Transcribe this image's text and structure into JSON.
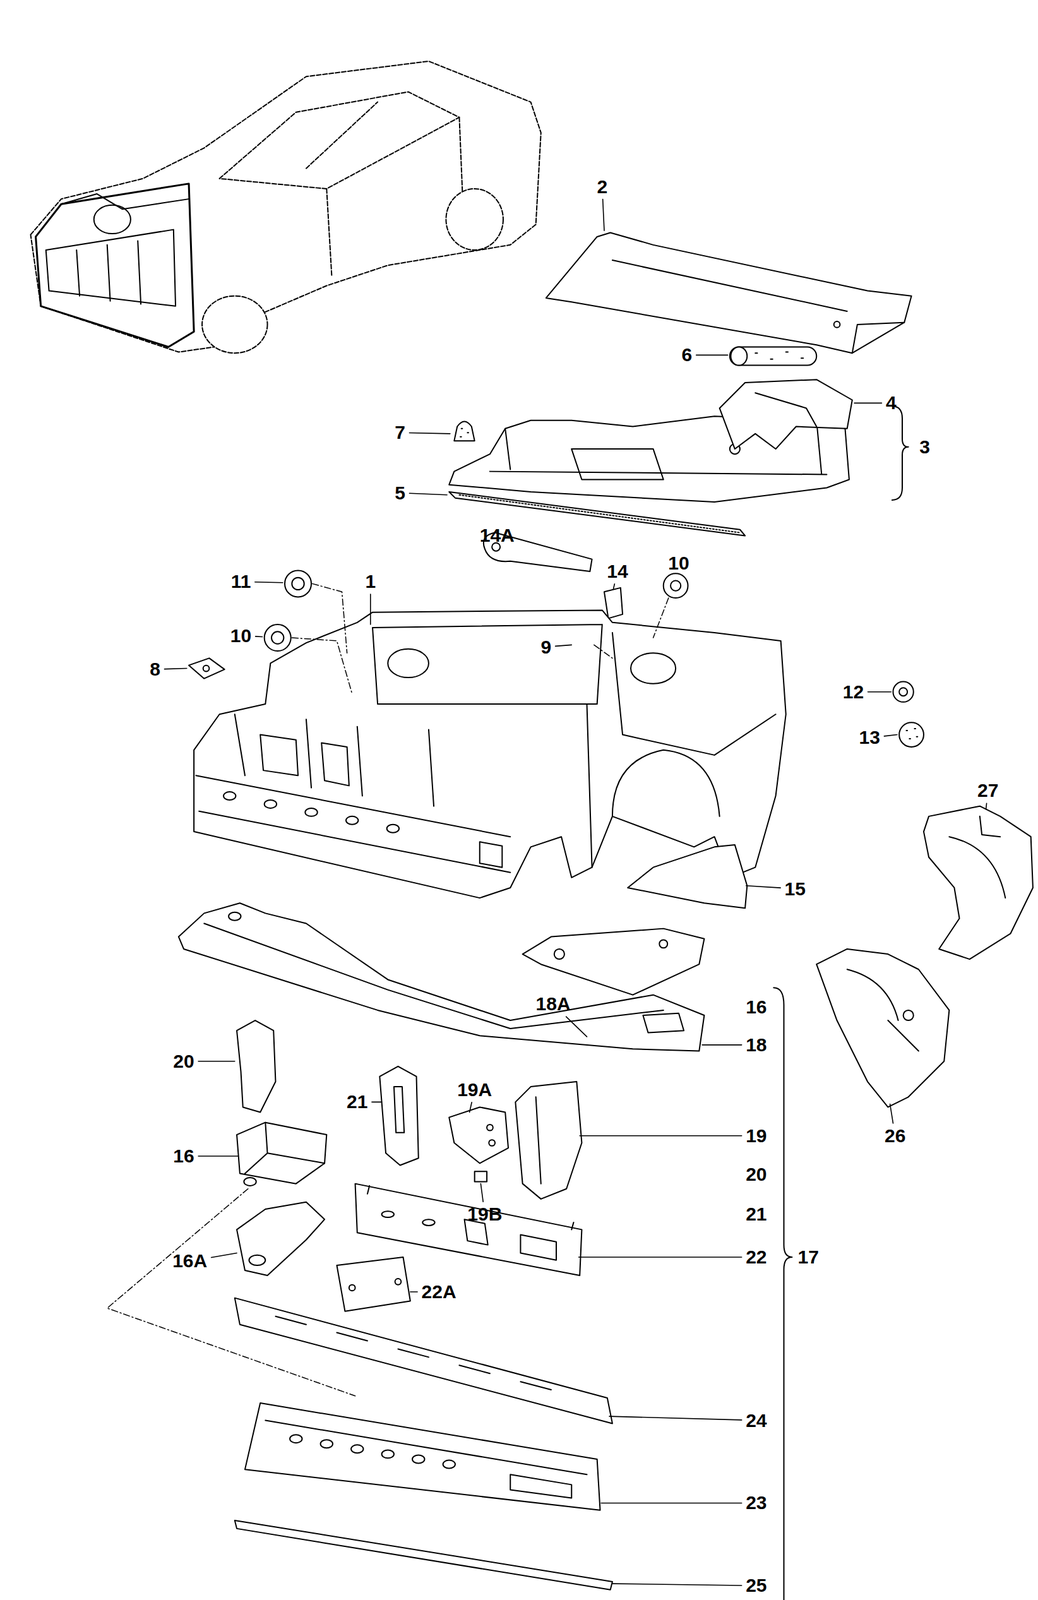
{
  "diagram": {
    "labels": [
      "2",
      "6",
      "4",
      "3",
      "7",
      "5",
      "14A",
      "14",
      "10",
      "11",
      "1",
      "10",
      "9",
      "8",
      "12",
      "13",
      "27",
      "15",
      "18A",
      "16",
      "18",
      "20",
      "21",
      "19A",
      "19",
      "16",
      "26",
      "20",
      "19B",
      "21",
      "22",
      "17",
      "16A",
      "22A",
      "24",
      "23",
      "25"
    ]
  }
}
